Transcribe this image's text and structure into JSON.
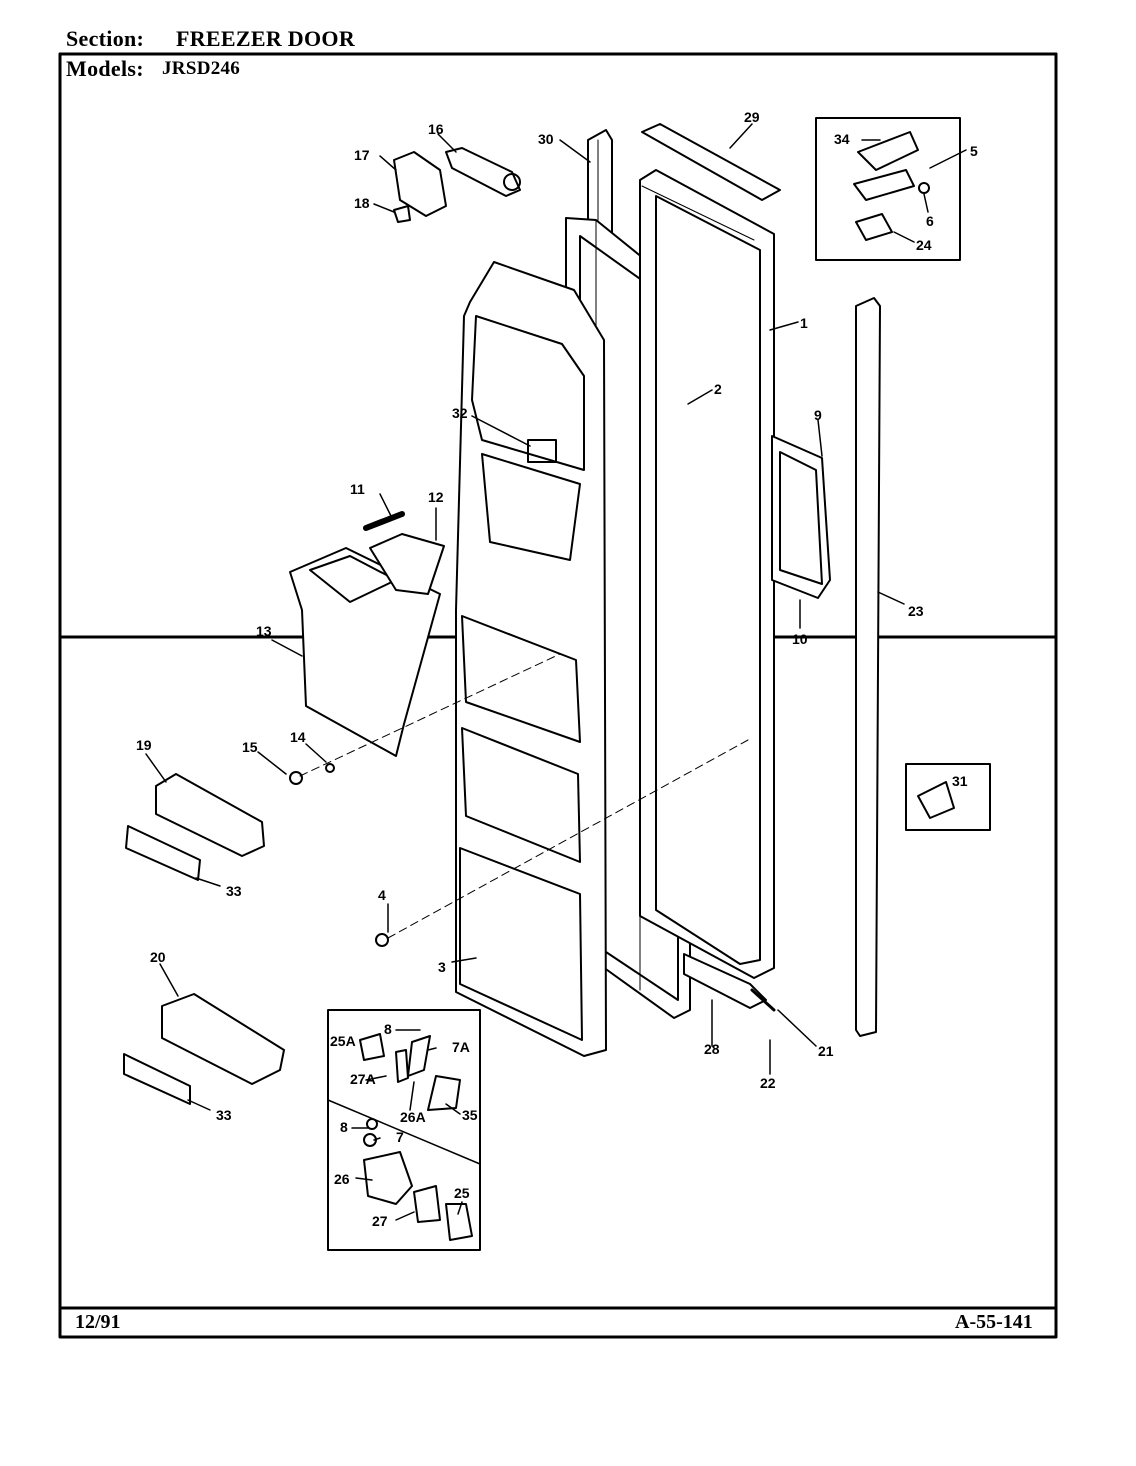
{
  "header": {
    "section_label": "Section:",
    "section_value": "FREEZER DOOR",
    "models_label": "Models:",
    "models_value": "JRSD246"
  },
  "footer": {
    "date": "12/91",
    "doc_number": "A-55-141"
  },
  "callouts": {
    "c1": "1",
    "c2": "2",
    "c3": "3",
    "c4": "4",
    "c5": "5",
    "c6": "6",
    "c7": "7",
    "c7A": "7A",
    "c8a": "8",
    "c8b": "8",
    "c9": "9",
    "c10": "10",
    "c11": "11",
    "c12": "12",
    "c13": "13",
    "c14": "14",
    "c15": "15",
    "c16": "16",
    "c17": "17",
    "c18": "18",
    "c19": "19",
    "c20": "20",
    "c21": "21",
    "c22": "22",
    "c23": "23",
    "c24": "24",
    "c25": "25",
    "c25A": "25A",
    "c26": "26",
    "c26A": "26A",
    "c27": "27",
    "c27A": "27A",
    "c28": "28",
    "c29": "29",
    "c30": "30",
    "c31": "31",
    "c32": "32",
    "c33a": "33",
    "c33b": "33",
    "c34": "34",
    "c35": "35"
  }
}
